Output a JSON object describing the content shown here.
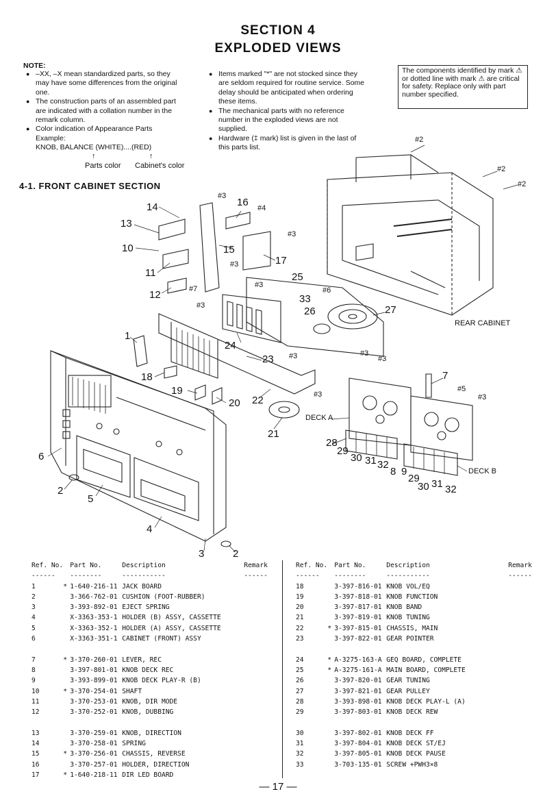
{
  "header": {
    "section": "SECTION 4",
    "title": "EXPLODED VIEWS"
  },
  "note": {
    "heading": "NOTE:",
    "col1": [
      "–XX, –X mean standardized parts, so they may have some differences from the original one.",
      "The construction parts of an assembled part are indicated with a collation number in the remark column.",
      "Color indication of Appearance Parts Example:"
    ],
    "example": "KNOB, BALANCE (WHITE)....(RED)",
    "arrow": "↑",
    "parts_color": "Parts color",
    "cabinet_color": "Cabinet's color",
    "col2": [
      "Items marked \"*\" are not stocked since they are seldom required for routine service. Some delay should be anticipated when ordering these items.",
      "The mechanical parts with no reference number in the exploded views are not supplied.",
      "Hardware (‡ mark) list is given in the last of this parts list."
    ],
    "safety": "The components identified by mark ⚠ or dotted line with mark ⚠ are critical for safety. Replace only with part number specified."
  },
  "section_heading": "4-1.  FRONT CABINET SECTION",
  "diagram_labels": {
    "n1": "1",
    "n2": "2",
    "n3": "3",
    "n4": "4",
    "n5": "5",
    "n6": "6",
    "n7": "7",
    "n8": "8",
    "n9": "9",
    "n10": "10",
    "n11": "11",
    "n12": "12",
    "n13": "13",
    "n14": "14",
    "n15": "15",
    "n16": "16",
    "n17": "17",
    "n18": "18",
    "n19": "19",
    "n20": "20",
    "n21": "21",
    "n22": "22",
    "n23": "23",
    "n24": "24",
    "n25": "25",
    "n26": "26",
    "n27": "27",
    "n28": "28",
    "n29": "29",
    "n30": "30",
    "n31": "31",
    "n32": "32",
    "n33": "33",
    "h2": "#2",
    "h3": "#3",
    "h4": "#4",
    "h5": "#5",
    "h6": "#6",
    "h7": "#7",
    "rear_cabinet": "REAR CABINET",
    "deck_a": "DECK A",
    "deck_b": "DECK B"
  },
  "table_headers": {
    "ref": "Ref. No.",
    "part": "Part No.",
    "desc": "Description",
    "remark": "Remark",
    "dash1": "------",
    "dash2": "--------",
    "dash3": "-----------",
    "dash4": "------"
  },
  "parts_left": [
    {
      "ref": "1",
      "mark": "*",
      "part": "1-640-216-11",
      "desc": "JACK BOARD"
    },
    {
      "ref": "2",
      "mark": "",
      "part": "3-366-762-01",
      "desc": "CUSHION (FOOT-RUBBER)"
    },
    {
      "ref": "3",
      "mark": "",
      "part": "3-393-892-01",
      "desc": "EJECT SPRING"
    },
    {
      "ref": "4",
      "mark": "",
      "part": "X-3363-353-1",
      "desc": "HOLDER (B) ASSY, CASSETTE"
    },
    {
      "ref": "5",
      "mark": "",
      "part": "X-3363-352-1",
      "desc": "HOLDER (A) ASSY, CASSETTE"
    },
    {
      "ref": "6",
      "mark": "",
      "part": "X-3363-351-1",
      "desc": "CABINET (FRONT) ASSY"
    },
    {
      "ref": "7",
      "mark": "*",
      "part": "3-370-260-01",
      "desc": "LEVER, REC"
    },
    {
      "ref": "8",
      "mark": "",
      "part": "3-397-801-01",
      "desc": "KNOB DECK REC"
    },
    {
      "ref": "9",
      "mark": "",
      "part": "3-393-899-01",
      "desc": "KNOB DECK PLAY-R (B)"
    },
    {
      "ref": "10",
      "mark": "*",
      "part": "3-370-254-01",
      "desc": "SHAFT"
    },
    {
      "ref": "11",
      "mark": "",
      "part": "3-370-253-01",
      "desc": "KNOB, DIR MODE"
    },
    {
      "ref": "12",
      "mark": "",
      "part": "3-370-252-01",
      "desc": "KNOB, DUBBING"
    },
    {
      "ref": "13",
      "mark": "",
      "part": "3-370-259-01",
      "desc": "KNOB, DIRECTION"
    },
    {
      "ref": "14",
      "mark": "",
      "part": "3-370-258-01",
      "desc": "SPRING"
    },
    {
      "ref": "15",
      "mark": "*",
      "part": "3-370-256-01",
      "desc": "CHASSIS, REVERSE"
    },
    {
      "ref": "16",
      "mark": "",
      "part": "3-370-257-01",
      "desc": "HOLDER, DIRECTION"
    },
    {
      "ref": "17",
      "mark": "*",
      "part": "1-640-218-11",
      "desc": "DIR LED BOARD"
    }
  ],
  "parts_right": [
    {
      "ref": "18",
      "mark": "",
      "part": "3-397-816-01",
      "desc": "KNOB VOL/EQ"
    },
    {
      "ref": "19",
      "mark": "",
      "part": "3-397-818-01",
      "desc": "KNOB FUNCTION"
    },
    {
      "ref": "20",
      "mark": "",
      "part": "3-397-817-01",
      "desc": "KNOB BAND"
    },
    {
      "ref": "21",
      "mark": "",
      "part": "3-397-819-01",
      "desc": "KNOB TUNING"
    },
    {
      "ref": "22",
      "mark": "*",
      "part": "3-397-815-01",
      "desc": "CHASSIS, MAIN"
    },
    {
      "ref": "23",
      "mark": "",
      "part": "3-397-822-01",
      "desc": "GEAR POINTER"
    },
    {
      "ref": "24",
      "mark": "*",
      "part": "A-3275-163-A",
      "desc": "GEQ BOARD, COMPLETE"
    },
    {
      "ref": "25",
      "mark": "*",
      "part": "A-3275-161-A",
      "desc": "MAIN BOARD, COMPLETE"
    },
    {
      "ref": "26",
      "mark": "",
      "part": "3-397-820-01",
      "desc": "GEAR TUNING"
    },
    {
      "ref": "27",
      "mark": "",
      "part": "3-397-821-01",
      "desc": "GEAR PULLEY"
    },
    {
      "ref": "28",
      "mark": "",
      "part": "3-393-898-01",
      "desc": "KNOB DECK PLAY-L (A)"
    },
    {
      "ref": "29",
      "mark": "",
      "part": "3-397-803-01",
      "desc": "KNOB DECK REW"
    },
    {
      "ref": "30",
      "mark": "",
      "part": "3-397-802-01",
      "desc": "KNOB DECK FF"
    },
    {
      "ref": "31",
      "mark": "",
      "part": "3-397-804-01",
      "desc": "KNOB DECK ST/EJ"
    },
    {
      "ref": "32",
      "mark": "",
      "part": "3-397-805-01",
      "desc": "KNOB DECK PAUSE"
    },
    {
      "ref": "33",
      "mark": "",
      "part": "3-703-135-01",
      "desc": "SCREW +PWH3×8"
    }
  ],
  "footer": {
    "page": "— 17 —"
  }
}
